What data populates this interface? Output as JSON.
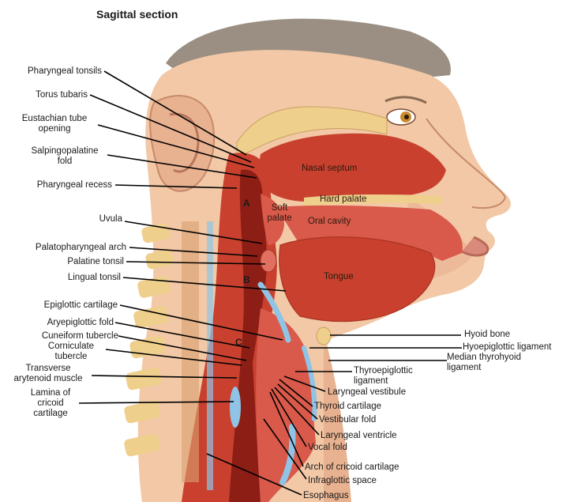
{
  "title": "Sagittal section",
  "regions": {
    "a": "A",
    "b": "B",
    "c": "C"
  },
  "labels": {
    "pharyngeal_tonsils": "Pharyngeal tonsils",
    "torus_tubaris": "Torus tubaris",
    "eustachian_tube_opening": "Eustachian tube\nopening",
    "salpingopalatine_fold": "Salpingopalatine\nfold",
    "pharyngeal_recess": "Pharyngeal recess",
    "uvula": "Uvula",
    "palatopharyngeal_arch": "Palatopharyngeal arch",
    "palatine_tonsil": "Palatine tonsil",
    "lingual_tonsil": "Lingual tonsil",
    "epiglottic_cartilage": "Epiglottic cartilage",
    "aryepiglottic_fold": "Aryepiglottic fold",
    "cuneiform_tubercle": "Cuneiform tubercle",
    "corniculate_tubercle": "Corniculate\ntubercle",
    "transverse_arytenoid_muscle": "Transverse\narytenoid muscle",
    "lamina_of_cricoid_cartilage": "Lamina of\ncricoid\ncartilage",
    "nasal_septum": "Nasal septum",
    "hard_palate": "Hard palate",
    "soft_palate": "Soft\npalate",
    "oral_cavity": "Oral cavity",
    "tongue": "Tongue",
    "hyoid_bone": "Hyoid bone",
    "hyoepiglottic_ligament": "Hyoepiglottic ligament",
    "median_thyrohyoid_ligament": "Median thyrohyoid\nligament",
    "thyroepiglottic_ligament": "Thyroepiglottic\nligament",
    "laryngeal_vestibule": "Laryngeal vestibule",
    "thyroid_cartilage": "Thyroid cartilage",
    "vestibular_fold": "Vestibular fold",
    "laryngeal_ventricle": "Laryngeal ventricle",
    "vocal_fold": "Vocal fold",
    "arch_of_cricoid_cartilage": "Arch of cricoid cartilage",
    "infraglottic_space": "Infraglottic space",
    "esophagus": "Esophagus"
  },
  "colors": {
    "skin": "#f2c8a6",
    "skin_shadow": "#d99a7a",
    "hair": "#9a8f82",
    "muscle": "#c9412e",
    "mucosa": "#d9594a",
    "cavity": "#8c1e16",
    "bone": "#efcf8c",
    "cartilage": "#8fc4e6",
    "leader": "#000000"
  }
}
